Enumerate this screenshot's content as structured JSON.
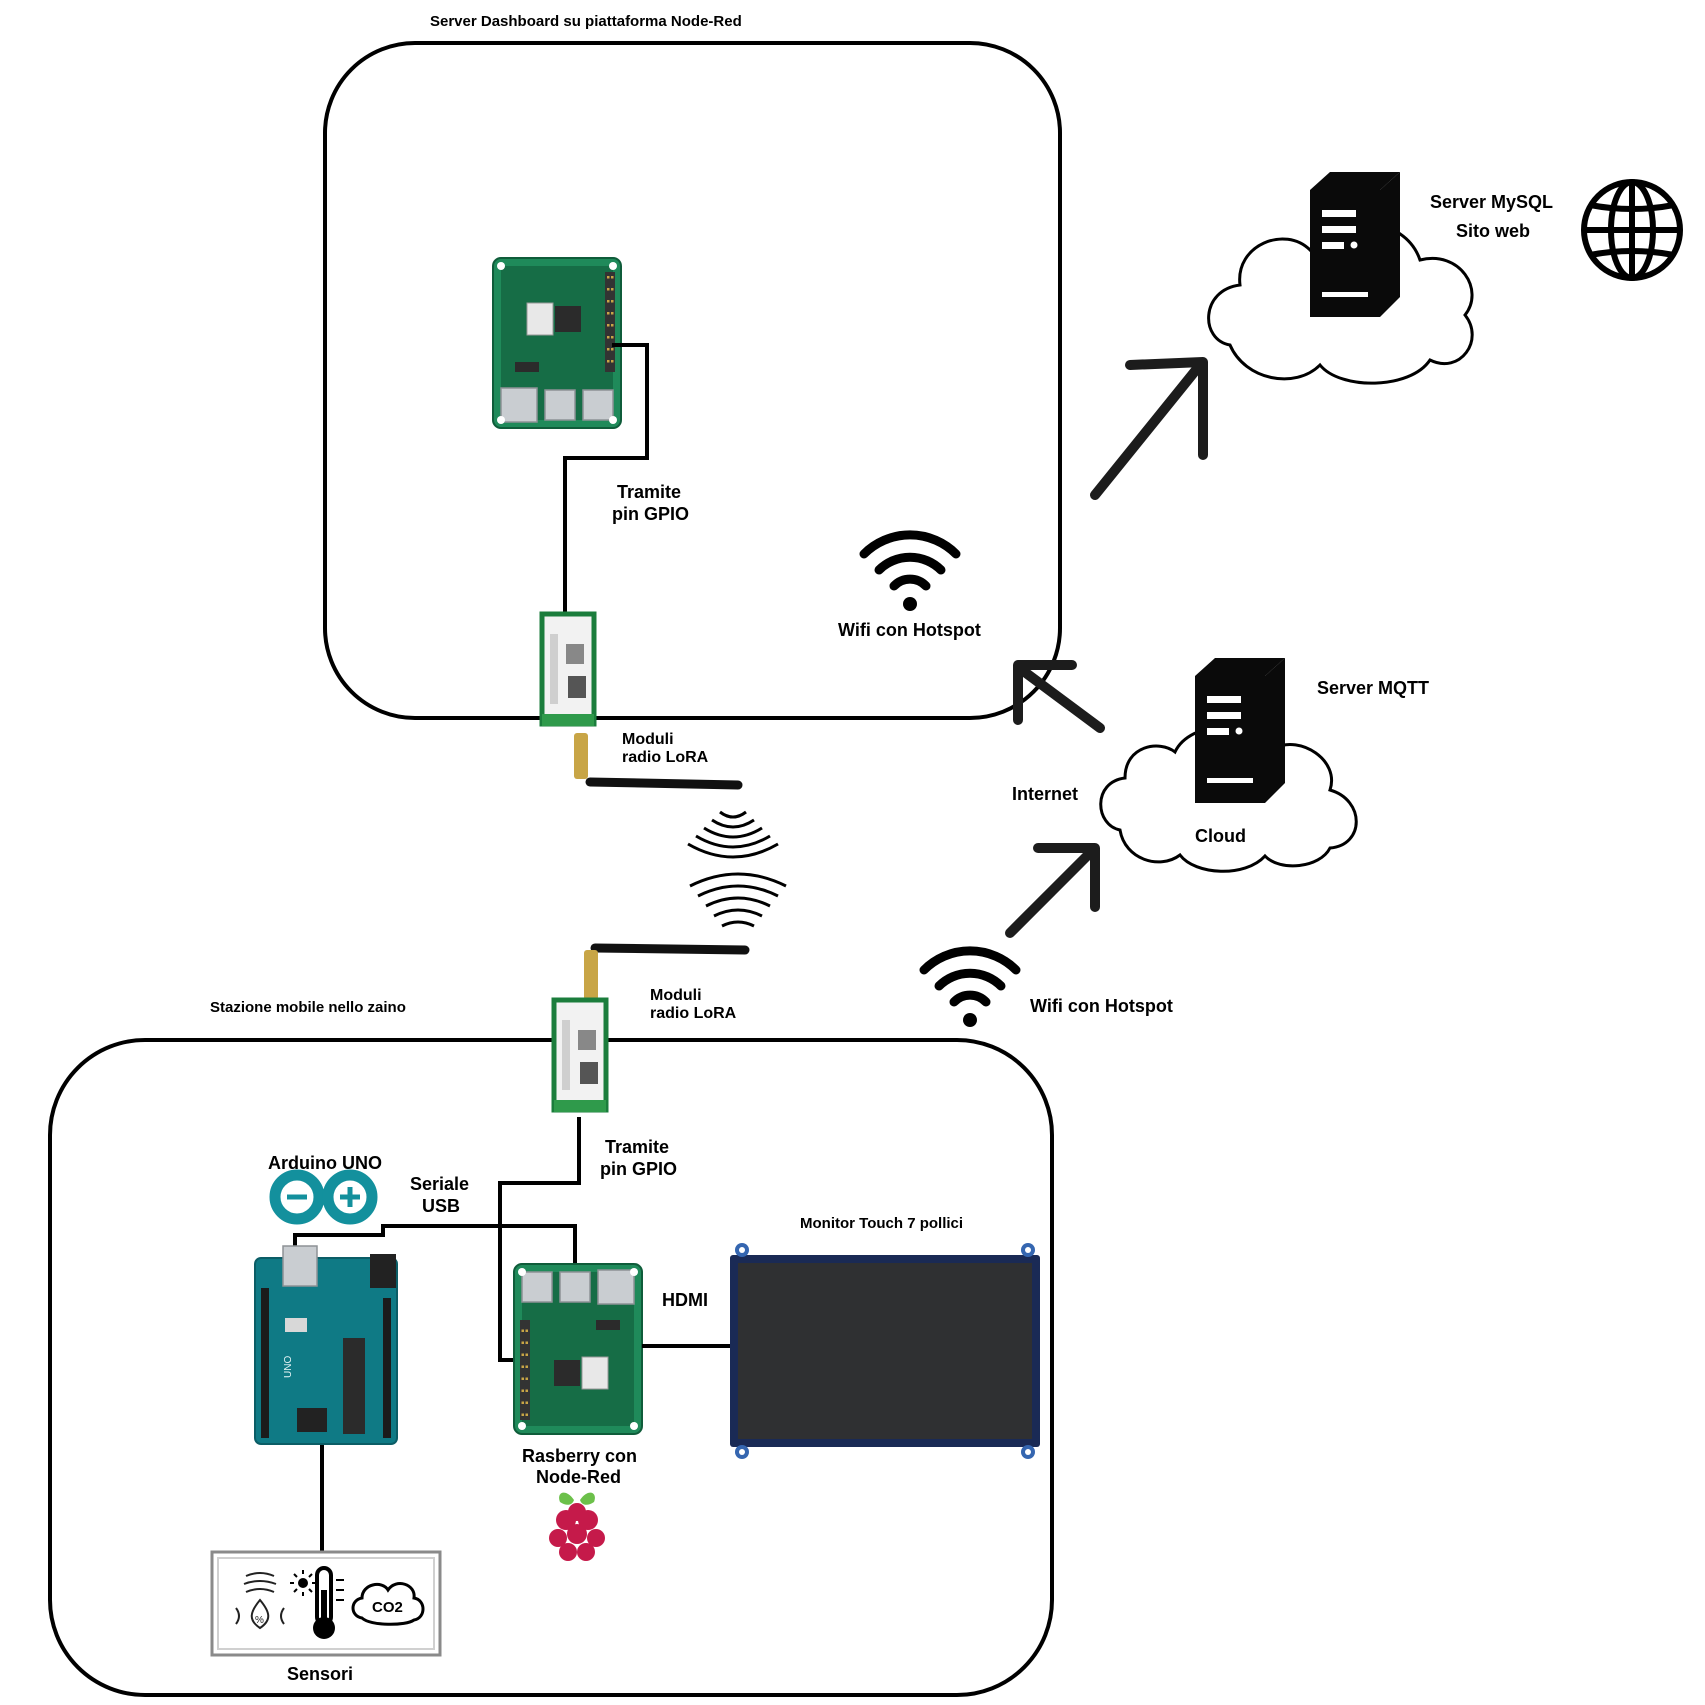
{
  "labels": {
    "server_title": "Server Dashboard su piattaforma Node-Red",
    "tramite_top_1": "Tramite",
    "tramite_top_2": "pin GPIO",
    "wifi_top": "Wifi con Hotspot",
    "lora_top_1": "Moduli",
    "lora_top_2": "radio LoRA",
    "mysql_1": "Server  MySQL",
    "mysql_2": "Sito web",
    "mqtt": "Server MQTT",
    "internet": "Internet",
    "cloud": "Cloud",
    "wifi_bottom": "Wifi con Hotspot",
    "lora_bottom_1": "Moduli",
    "lora_bottom_2": "radio LoRA",
    "mobile_title": "Stazione mobile nello zaino",
    "tramite_bottom_1": "Tramite",
    "tramite_bottom_2": "pin GPIO",
    "arduino": "Arduino UNO",
    "seriale_1": "Seriale",
    "seriale_2": "USB",
    "monitor": "Monitor Touch 7 pollici",
    "hdmi": "HDMI",
    "raspberry_1": "Rasberry con",
    "raspberry_2": "Node-Red",
    "sensori": "Sensori",
    "co2": "CO2"
  },
  "icons": [
    "raspberry-pi-board-icon",
    "lora-module-icon",
    "antenna-icon",
    "wifi-icon",
    "radio-wave-icon",
    "server-tower-icon",
    "cloud-icon",
    "globe-icon",
    "arrow-icon",
    "arduino-logo-icon",
    "arduino-board-icon",
    "touch-monitor-icon",
    "raspberry-logo-icon",
    "humidity-sensor-icon",
    "thermometer-icon",
    "co2-icon"
  ]
}
